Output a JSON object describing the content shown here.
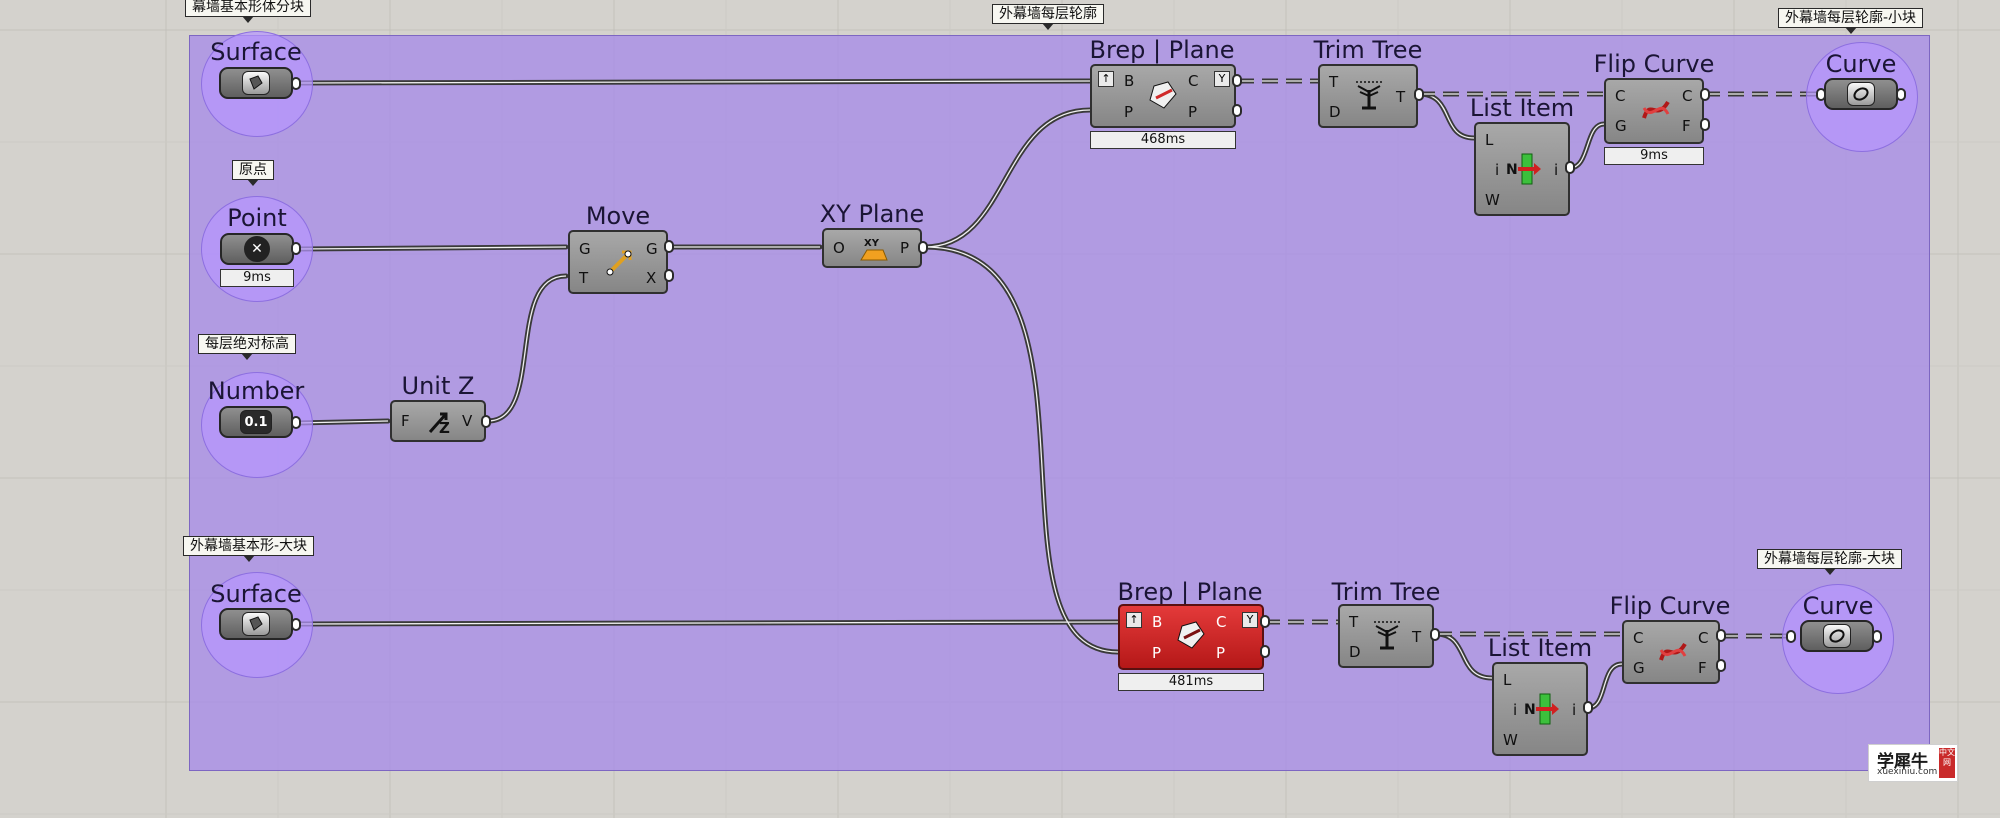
{
  "tags": {
    "t1": "幕墙基本形体分块",
    "t2": "外幕墙每层轮廓",
    "t3": "外幕墙每层轮廓-小块",
    "t4": "原点",
    "t5": "每层绝对标高",
    "t6": "外幕墙基本形-大块",
    "t7": "外幕墙每层轮廓-大块"
  },
  "params": {
    "surface_top": {
      "title": "Surface"
    },
    "point": {
      "title": "Point",
      "timing": "9ms"
    },
    "number": {
      "title": "Number",
      "value": "0.1"
    },
    "surface_bottom": {
      "title": "Surface"
    },
    "curve_top": {
      "title": "Curve"
    },
    "curve_bottom": {
      "title": "Curve"
    }
  },
  "components": {
    "unit_z": {
      "title": "Unit Z",
      "inputs": [
        "F"
      ],
      "outputs": [
        "V"
      ]
    },
    "move": {
      "title": "Move",
      "inputs": [
        "G",
        "T"
      ],
      "outputs": [
        "G",
        "X"
      ]
    },
    "xy_plane": {
      "title": "XY Plane",
      "inputs": [
        "O"
      ],
      "outputs": [
        "P"
      ]
    },
    "brep_plane_top": {
      "title": "Brep | Plane",
      "inputs": [
        "B",
        "P"
      ],
      "outputs": [
        "C",
        "P"
      ],
      "timing": "468ms"
    },
    "trim_tree_top": {
      "title": "Trim Tree",
      "inputs": [
        "T",
        "D"
      ],
      "outputs": [
        "T"
      ]
    },
    "list_item_top": {
      "title": "List Item",
      "inputs": [
        "L",
        "i",
        "W"
      ],
      "outputs": [
        "i"
      ]
    },
    "flip_curve_top": {
      "title": "Flip Curve",
      "inputs": [
        "C",
        "G"
      ],
      "outputs": [
        "C",
        "F"
      ],
      "timing": "9ms"
    },
    "brep_plane_bottom": {
      "title": "Brep | Plane",
      "inputs": [
        "B",
        "P"
      ],
      "outputs": [
        "C",
        "P"
      ],
      "timing": "481ms"
    },
    "trim_tree_bottom": {
      "title": "Trim Tree",
      "inputs": [
        "T",
        "D"
      ],
      "outputs": [
        "T"
      ]
    },
    "list_item_bottom": {
      "title": "List Item",
      "inputs": [
        "L",
        "i",
        "W"
      ],
      "outputs": [
        "i"
      ]
    },
    "flip_curve_bottom": {
      "title": "Flip Curve",
      "inputs": [
        "C",
        "G"
      ],
      "outputs": [
        "C",
        "F"
      ]
    }
  },
  "colors": {
    "canvas": "#d4d2cd",
    "group": "#a68ce8",
    "error_component": "#d62a2a",
    "wire": "#3a3a3a"
  },
  "watermark": {
    "main": "学犀牛",
    "sub": "xuexiniu.com",
    "badge": "中文网"
  }
}
